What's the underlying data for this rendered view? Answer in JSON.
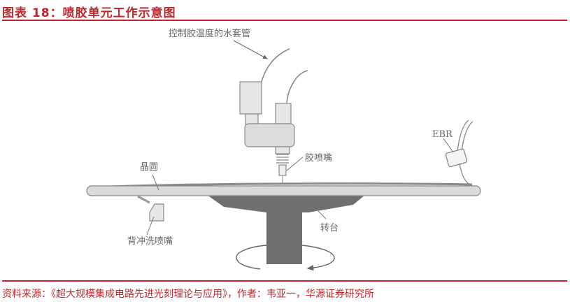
{
  "header": {
    "title": "图表 18：喷胶单元工作示意图",
    "accent_color": "#c0272d"
  },
  "diagram": {
    "labels": {
      "water_jacket": "控制胶温度的水套管",
      "glue_nozzle": "胶喷嘴",
      "ebr": "EBR",
      "wafer": "晶圆",
      "back_rinse_nozzle": "背冲洗喷嘴",
      "turntable": "转台"
    },
    "colors": {
      "line": "#777777",
      "wafer_fill": "#d9d9d9",
      "head_fill": "#e2e2e2",
      "turntable_fill": "#6f6f6f"
    }
  },
  "footer": {
    "source": "资料来源：《超大规模集成电路先进光刻理论与应用》，作者：韦亚一，华源证券研究所"
  }
}
